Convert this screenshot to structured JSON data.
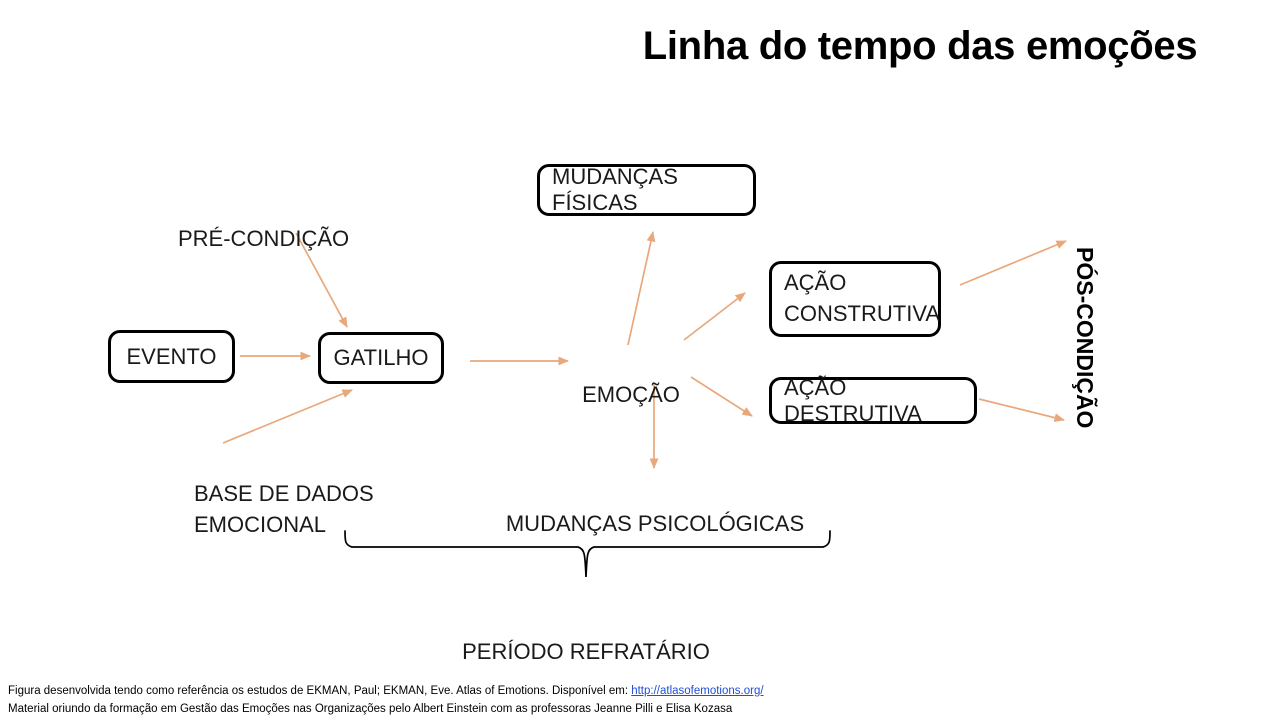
{
  "slide": {
    "title": "Linha do tempo das emoções",
    "background_color": "#FFFFFF",
    "arrow_color": "#E8A87C",
    "box_border_color": "#000000",
    "text_color": "#1A1A1A"
  },
  "nodes": {
    "evento": "EVENTO",
    "gatilho": "GATILHO",
    "emocao": "EMOÇÃO",
    "mudancas_fisicas": "MUDANÇAS FÍSICAS",
    "acao_construtiva": "AÇÃO\nCONSTRUTIVA",
    "acao_destrutiva": "AÇÃO DESTRUTIVA",
    "mudancas_psicologicas": "MUDANÇAS PSICOLÓGICAS"
  },
  "labels": {
    "pre_condicao": "PRÉ-CONDIÇÃO",
    "base_de_dados": "BASE DE DADOS\nEMOCIONAL",
    "pos_condicao": "PÓS-CONDIÇÃO",
    "periodo_refratario": "PERÍODO REFRATÁRIO"
  },
  "footer": {
    "line1_before_link": "Figura desenvolvida tendo como referência os estudos de EKMAN, Paul; EKMAN, Eve. Atlas of Emotions. Disponível em: ",
    "line1_link": "http://atlasofemotions.org/",
    "line2": "Material oriundo da formação em Gestão das Emoções nas Organizações pelo Albert Einstein com as professoras Jeanne Pilli e Elisa Kozasa"
  }
}
